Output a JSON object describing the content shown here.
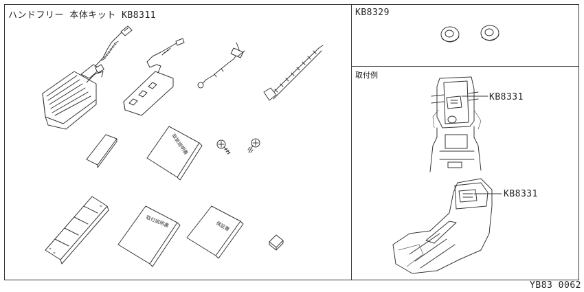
{
  "panels": {
    "main": {
      "title": "ハンドフリー 本体キット  KB8311"
    },
    "washer": {
      "title": "KB8329"
    },
    "example": {
      "title": "取付例",
      "callout_top": "KB8331",
      "callout_bottom": "KB8331"
    }
  },
  "parts": {
    "manual_label": "取扱説明書",
    "install_manual_label": "取付説明書",
    "warranty_label": "保証書"
  },
  "figure_code": "YB83 0062"
}
